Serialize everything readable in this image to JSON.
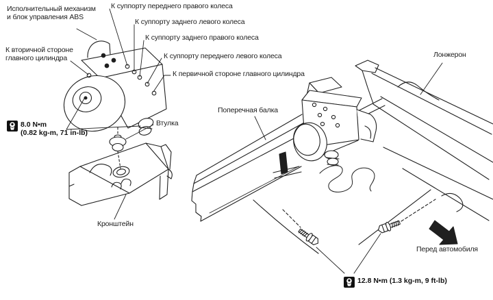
{
  "figure": {
    "background": "#ffffff",
    "line_color": "#1f1f1f",
    "labels": {
      "actuator_line1": "Исполнительный механизм",
      "actuator_line2": "и блок управления ABS",
      "to_front_right_caliper": "К суппорту переднего правого колеса",
      "to_rear_left_caliper": "К суппорту заднего левого колеса",
      "to_rear_right_caliper": "К суппорту заднего правого колеса",
      "to_front_left_caliper": "К суппорту переднего левого колеса",
      "to_primary_master_cylinder": "К первичной стороне главного цилиндра",
      "to_secondary_line1": "К вторичной стороне",
      "to_secondary_line2": "главного цилиндра",
      "bushing": "Втулка",
      "bracket": "Кронштейн",
      "crossmember": "Поперечная балка",
      "side_member": "Лонжерон",
      "front_of_vehicle": "Перед автомобиля"
    },
    "torque": {
      "actuator_nm": "8.0 N•m",
      "actuator_detail": "(0.82 kg-m, 71 in-lb)",
      "mounting_bolts": "12.8 N•m (1.3 kg-m, 9 ft-lb)"
    },
    "icons": {
      "torque_wrench": "wrench-in-black-box",
      "front_direction": "thick-arrow-down-right"
    }
  }
}
